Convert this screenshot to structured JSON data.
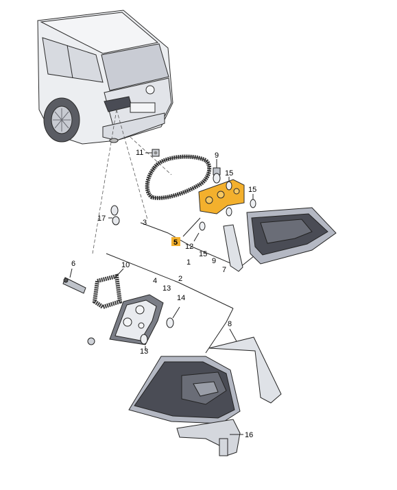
{
  "colors": {
    "highlight": "#f3b02d",
    "outline": "#2a2a2a",
    "body_fill": "#e9ebef",
    "lamp_dark": "#4a4c55",
    "lamp_light": "#b4b8c3",
    "gasket": "#3a3a3a"
  },
  "highlighted_part": "5",
  "labels": {
    "p1": "1",
    "p2": "2",
    "p3": "3",
    "p4": "4",
    "p5": "5",
    "p6": "6",
    "p7": "7",
    "p8": "8",
    "p9a": "9",
    "p9b": "9",
    "p10": "10",
    "p11": "11",
    "p12": "12",
    "p13a": "13",
    "p13b": "13",
    "p14": "14",
    "p15a": "15",
    "p15b": "15",
    "p15c": "15",
    "p16": "16",
    "p17": "17"
  }
}
